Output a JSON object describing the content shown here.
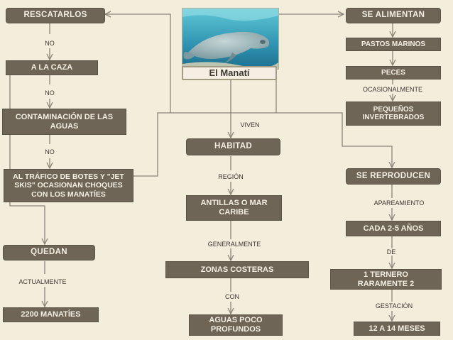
{
  "title": "El Manatí",
  "photo": {
    "subject": "manatee underwater"
  },
  "colors": {
    "background": "#f3eedc",
    "box_fill": "#6e6557",
    "box_text": "#f4efe2",
    "connector": "#8a8478"
  },
  "nodes": {
    "rescatarlos": "RESCATARLOS",
    "a_la_caza": "A LA CAZA",
    "contaminacion": "CONTAMINACIÓN DE LAS AGUAS",
    "trafico": "AL TRÁFICO DE BOTES Y \"JET SKIS\" OCASIONAN CHOQUES CON LOS MANATÍES",
    "quedan": "QUEDAN",
    "manaties_2200": "2200 MANATÍES",
    "habitat": "HABITAD",
    "antillas": "ANTILLAS O MAR CARIBE",
    "zonas_costeras": "ZONAS COSTERAS",
    "aguas_poco": "AGUAS POCO PROFUNDOS",
    "se_alimentan": "SE ALIMENTAN",
    "pastos_marinos": "PASTOS MARINOS",
    "peces": "PECES",
    "pequenos_invertebrados": "PEQUEÑOS INVERTEBRADOS",
    "se_reproducen": "SE REPRODUCEN",
    "cada_2_5": "CADA 2-5 AÑOS",
    "ternero": "1 TERNERO RARAMENTE 2",
    "meses_12_14": "12 A 14 MESES"
  },
  "labels": {
    "no_1": "NO",
    "no_2": "NO",
    "no_3": "NO",
    "actualmente": "ACTUALMENTE",
    "viven": "VIVEN",
    "region": "REGIÓN",
    "generalmente": "GENERALMENTE",
    "con": "CON",
    "ocasionalmente": "OCASIONALMENTE",
    "apareamiento": "APAREAMIENTO",
    "de": "DE",
    "gestacion": "GESTACIÓN"
  }
}
